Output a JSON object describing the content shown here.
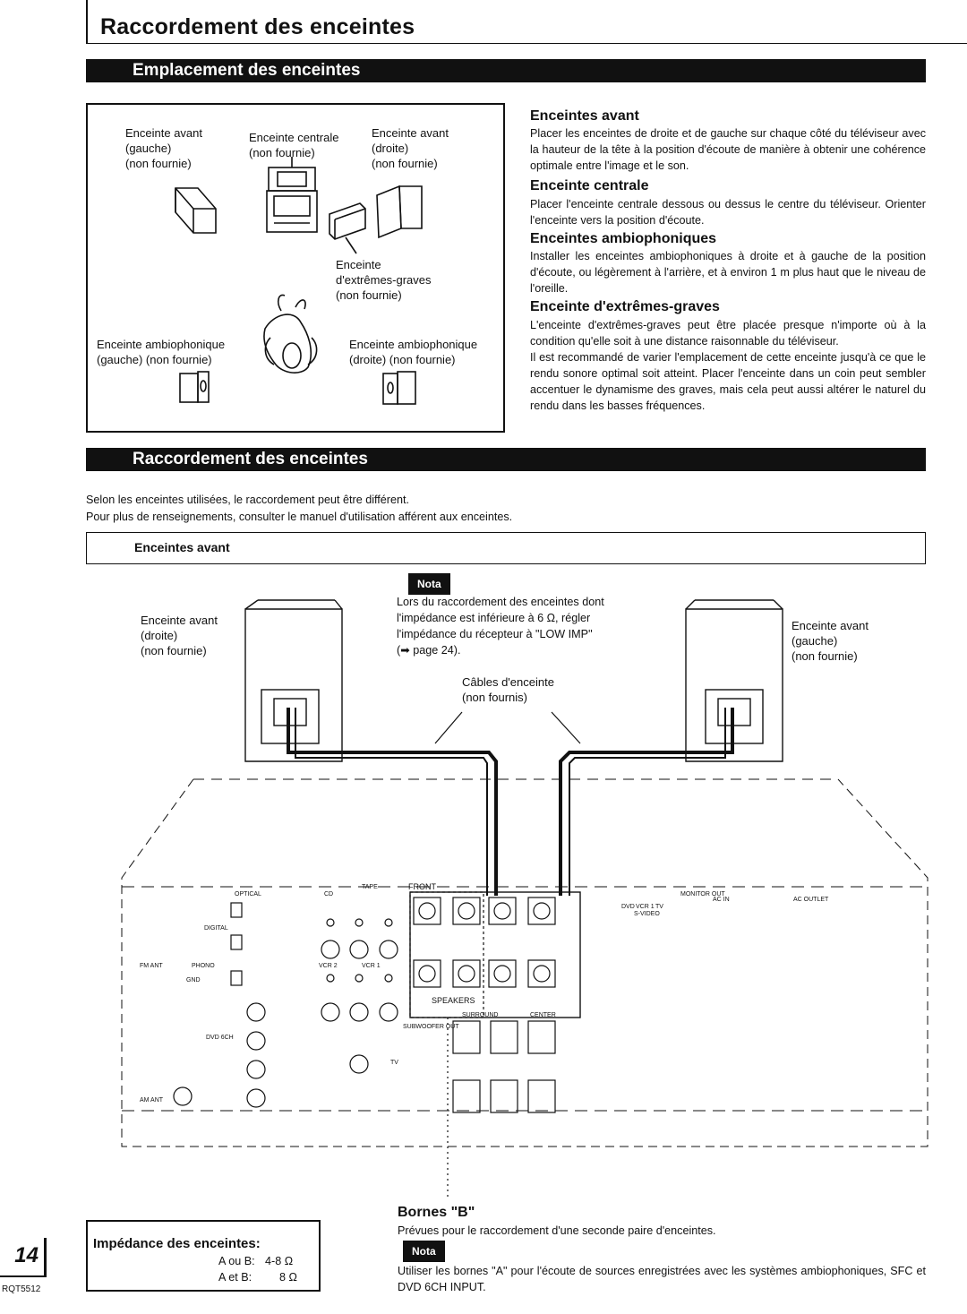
{
  "page": {
    "title": "Raccordement des enceintes",
    "page_number": "14",
    "doc_code": "RQT5512"
  },
  "section1": {
    "heading": "Emplacement des enceintes",
    "diagram": {
      "front_left": "Enceinte avant\n(gauche)\n(non fournie)",
      "center": "Enceinte centrale\n(non fournie)",
      "front_right": "Enceinte avant\n(droite)\n(non fournie)",
      "subwoofer": "Enceinte\nd'extrêmes-graves\n(non fournie)",
      "surround_left": "Enceinte ambiophonique\n(gauche) (non fournie)",
      "surround_right": "Enceinte ambiophonique\n(droite) (non fournie)"
    },
    "blocks": [
      {
        "title": "Enceintes avant",
        "text": "Placer les enceintes de droite et de gauche sur chaque côté du téléviseur avec la hauteur de la tête à la position d'écoute de manière à obtenir une cohérence optimale entre l'image et le son."
      },
      {
        "title": "Enceinte centrale",
        "text": "Placer l'enceinte centrale dessous ou dessus le centre du téléviseur. Orienter l'enceinte vers la position d'écoute."
      },
      {
        "title": "Enceintes ambiophoniques",
        "text": "Installer les enceintes ambiophoniques à droite et à gauche de la position d'écoute, ou légèrement à l'arrière, et à environ 1 m plus haut que le niveau de l'oreille."
      },
      {
        "title": "Enceinte d'extrêmes-graves",
        "text": "L'enceinte d'extrêmes-graves peut être placée presque n'importe où à la condition qu'elle soit à une distance raisonnable du téléviseur.\nIl est recommandé de varier l'emplacement de cette enceinte jusqu'à ce que le rendu sonore optimal soit atteint. Placer l'enceinte dans un coin peut sembler accentuer le dynamisme des graves, mais cela peut aussi altérer le naturel du rendu dans les basses fréquences."
      }
    ]
  },
  "section2": {
    "heading": "Raccordement des enceintes",
    "intro_1": "Selon les enceintes utilisées, le raccordement peut être différent.",
    "intro_2": "Pour plus de renseignements, consulter le manuel d'utilisation afférent aux enceintes.",
    "sub_heading": "Enceintes avant",
    "nota_label": "Nota",
    "nota_text": "Lors du raccordement des enceintes dont\nl'impédance est inférieure à 6 Ω, régler\nl'impédance du récepteur à \"LOW IMP\"\n(➡ page 24).",
    "right_speaker_label": "Enceinte avant\n(droite)\n(non fournie)",
    "left_speaker_label": "Enceinte avant\n(gauche)\n(non fournie)",
    "cables_label": "Câbles d'enceinte\n(non fournis)",
    "terminals": {
      "front": "FRONT",
      "speakers": "SPEAKERS",
      "surround": "SURROUND",
      "center": "CENTER",
      "tape": "TAPE",
      "cd": "CD",
      "phono": "PHONO",
      "vcr1": "VCR 1",
      "vcr2": "VCR 2",
      "tv": "TV",
      "dvd": "DVD",
      "monitor_out": "MONITOR OUT",
      "s_video": "S-VIDEO",
      "ac_in": "AC IN",
      "ac_outlet": "AC OUTLET",
      "subwoofer_out": "SUBWOOFER OUT",
      "optical": "OPTICAL",
      "digital": "DIGITAL",
      "fm_ant": "FM ANT",
      "am_ant": "AM ANT",
      "dvd_6ch": "DVD 6CH",
      "gnd": "GND"
    },
    "bornes_title": "Bornes \"B\"",
    "bornes_text": "Prévues pour le raccordement d'une seconde paire d'enceintes.",
    "bornes_nota": "Nota",
    "bornes_nota_text": "Utiliser les bornes \"A\" pour l'écoute de sources enregistrées avec les systèmes ambiophoniques, SFC et DVD 6CH INPUT."
  },
  "impedance": {
    "title": "Impédance des enceintes:",
    "row1_label": "A ou B:",
    "row1_value": "4-8 Ω",
    "row2_label": "A et B:",
    "row2_value": "8 Ω"
  }
}
